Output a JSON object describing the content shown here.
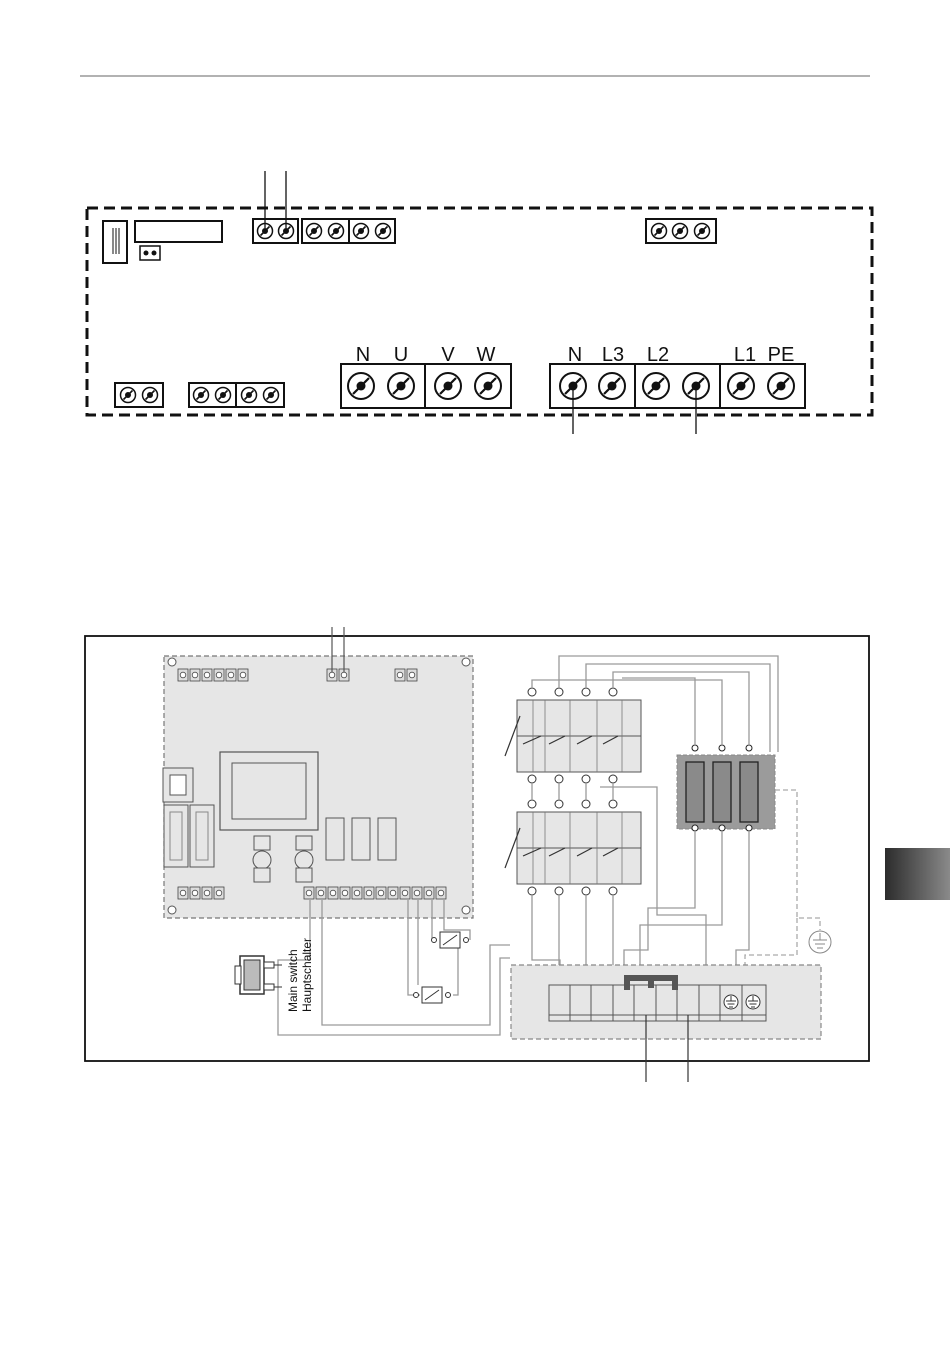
{
  "top_diagram": {
    "motor_terminals": [
      "N",
      "U",
      "V",
      "W"
    ],
    "supply_terminals": [
      "N",
      "L3",
      "L2",
      "L1",
      "PE"
    ]
  },
  "bottom_diagram": {
    "main_switch_label_en": "Main switch",
    "main_switch_label_de": "Hauptschalter"
  },
  "colors": {
    "line": "#1a1a1a",
    "board_fill": "#e6e6e6",
    "wire": "#9a9a9a",
    "filter_fill": "#9b9b9b",
    "side_tab": "#4a4a4a"
  },
  "icons": [
    "screw-terminal-icon",
    "earth-ground-icon",
    "rocker-switch-icon",
    "coil-icon"
  ]
}
